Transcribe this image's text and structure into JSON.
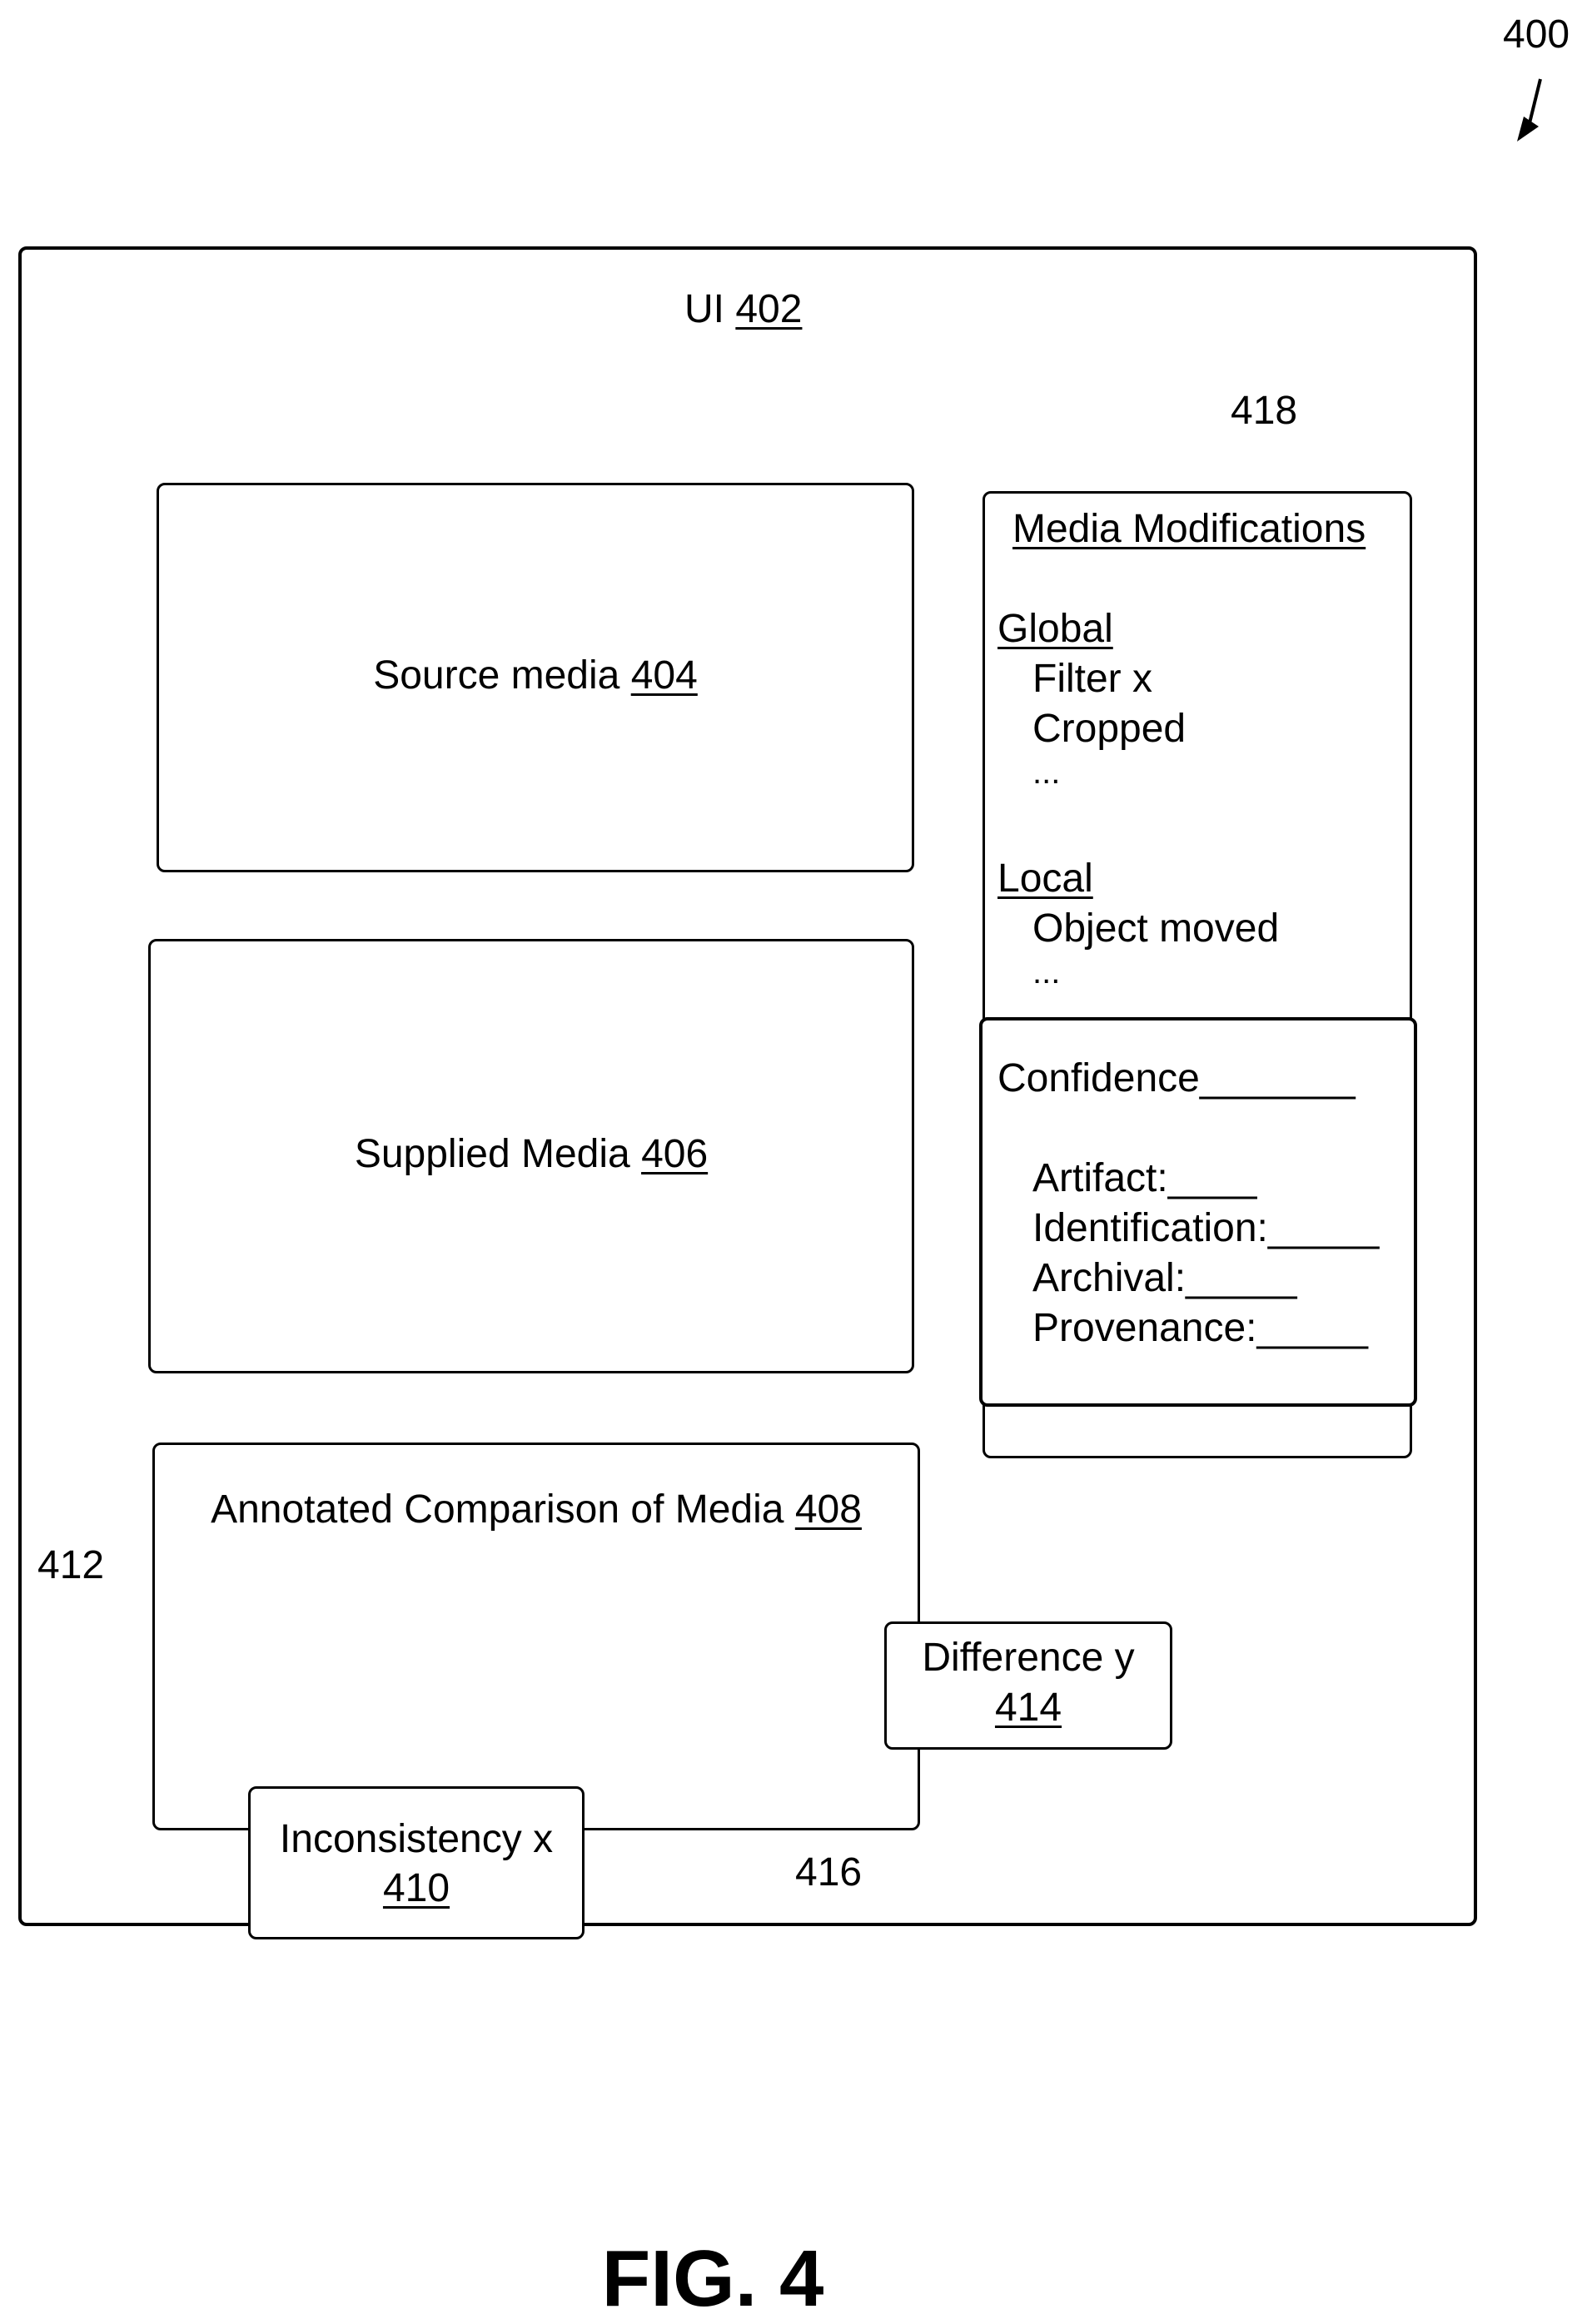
{
  "figure": {
    "ref_number": "400",
    "caption": "FIG. 4"
  },
  "ui": {
    "label": "UI",
    "ref": "402"
  },
  "source_media": {
    "label": "Source media",
    "ref": "404"
  },
  "supplied_media": {
    "label": "Supplied Media",
    "ref": "406"
  },
  "annotated": {
    "label": "Annotated Comparison of Media",
    "ref": "408",
    "ref_412": "412",
    "ref_416": "416"
  },
  "inconsistency": {
    "label": "Inconsistency x",
    "ref": "410"
  },
  "difference": {
    "label": "Difference y",
    "ref": "414"
  },
  "modifications": {
    "ref": "418",
    "title": "Media Modifications",
    "global_heading": "Global",
    "global_items": [
      "Filter x",
      "Cropped",
      "..."
    ],
    "local_heading": "Local",
    "local_items": [
      "Object moved",
      "..."
    ]
  },
  "confidence": {
    "title": "Confidence_______",
    "items": [
      "Artifact:____",
      "Identification:_____",
      "Archival:_____",
      "Provenance:_____"
    ]
  }
}
